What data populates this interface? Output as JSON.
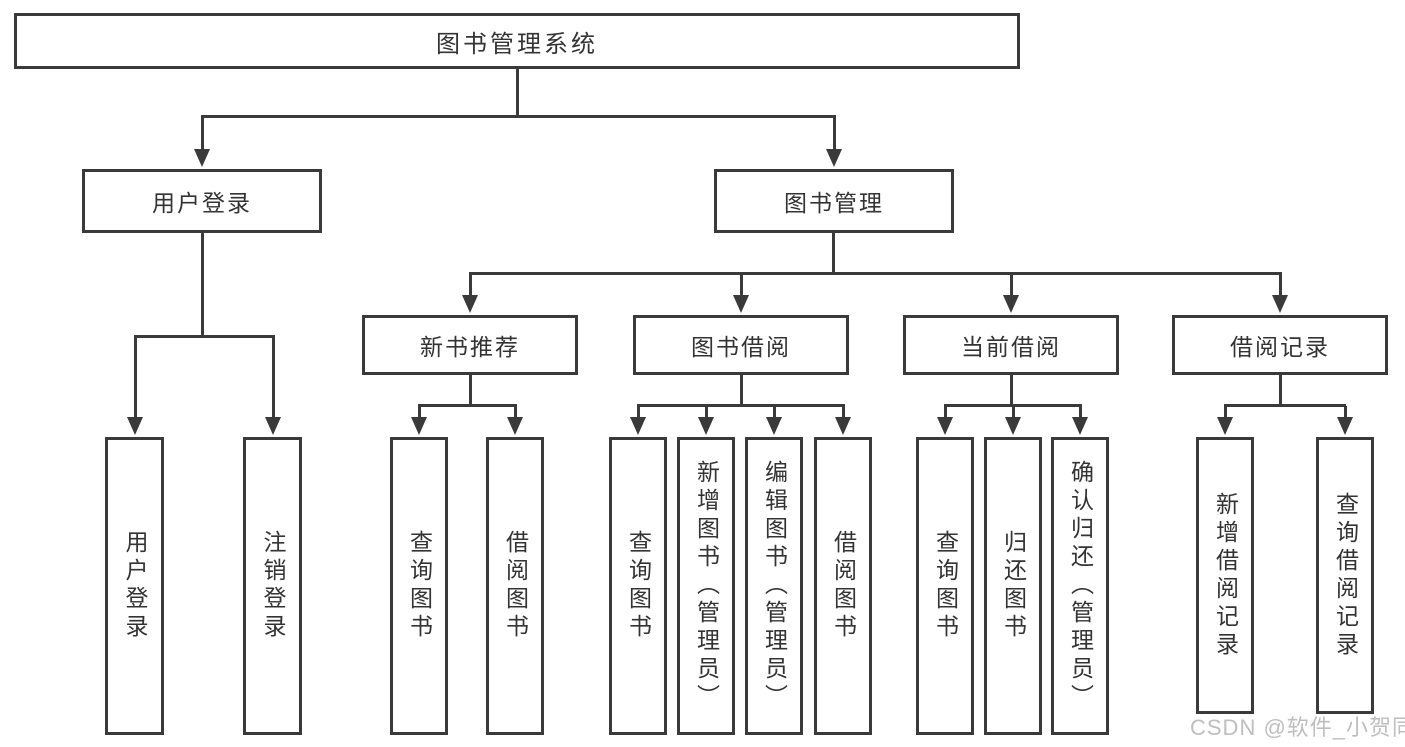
{
  "diagram": {
    "title": "图书管理系统",
    "watermark": "CSDN @软件_小贺同学",
    "colors": {
      "line": "#3a3a3a",
      "text": "#333333",
      "box_background": "#ffffff",
      "watermark": "#b9b9b9"
    },
    "nodes": [
      {
        "id": "root",
        "label": "图书管理系统",
        "level": 1,
        "parent": null
      },
      {
        "id": "user-login",
        "label": "用户登录",
        "level": 2,
        "parent": "root"
      },
      {
        "id": "book-mgmt",
        "label": "图书管理",
        "level": 2,
        "parent": "root"
      },
      {
        "id": "new-book-rec",
        "label": "新书推荐",
        "level": 3,
        "parent": "book-mgmt"
      },
      {
        "id": "book-borrow",
        "label": "图书借阅",
        "level": 3,
        "parent": "book-mgmt"
      },
      {
        "id": "current-borrow",
        "label": "当前借阅",
        "level": 3,
        "parent": "book-mgmt"
      },
      {
        "id": "borrow-records",
        "label": "借阅记录",
        "level": 3,
        "parent": "book-mgmt"
      },
      {
        "id": "leaf-user-login",
        "label": "用户登录",
        "level": 4,
        "parent": "user-login"
      },
      {
        "id": "leaf-logout",
        "label": "注销登录",
        "level": 4,
        "parent": "user-login"
      },
      {
        "id": "leaf-query-book-1",
        "label": "查询图书",
        "level": 4,
        "parent": "new-book-rec"
      },
      {
        "id": "leaf-borrow-book-1",
        "label": "借阅图书",
        "level": 4,
        "parent": "new-book-rec"
      },
      {
        "id": "leaf-query-book-2",
        "label": "查询图书",
        "level": 4,
        "parent": "book-borrow"
      },
      {
        "id": "leaf-add-book",
        "label": "新增图书（管理员）",
        "level": 4,
        "parent": "book-borrow"
      },
      {
        "id": "leaf-edit-book",
        "label": "编辑图书（管理员）",
        "level": 4,
        "parent": "book-borrow"
      },
      {
        "id": "leaf-borrow-book-2",
        "label": "借阅图书",
        "level": 4,
        "parent": "book-borrow"
      },
      {
        "id": "leaf-query-book-3",
        "label": "查询图书",
        "level": 4,
        "parent": "current-borrow"
      },
      {
        "id": "leaf-return-book",
        "label": "归还图书",
        "level": 4,
        "parent": "current-borrow"
      },
      {
        "id": "leaf-confirm-return",
        "label": "确认归还（管理员）",
        "level": 4,
        "parent": "current-borrow"
      },
      {
        "id": "leaf-add-borrow-record",
        "label": "新增借阅记录",
        "level": 4,
        "parent": "borrow-records"
      },
      {
        "id": "leaf-query-borrow-record",
        "label": "查询借阅记录",
        "level": 4,
        "parent": "borrow-records"
      }
    ]
  }
}
